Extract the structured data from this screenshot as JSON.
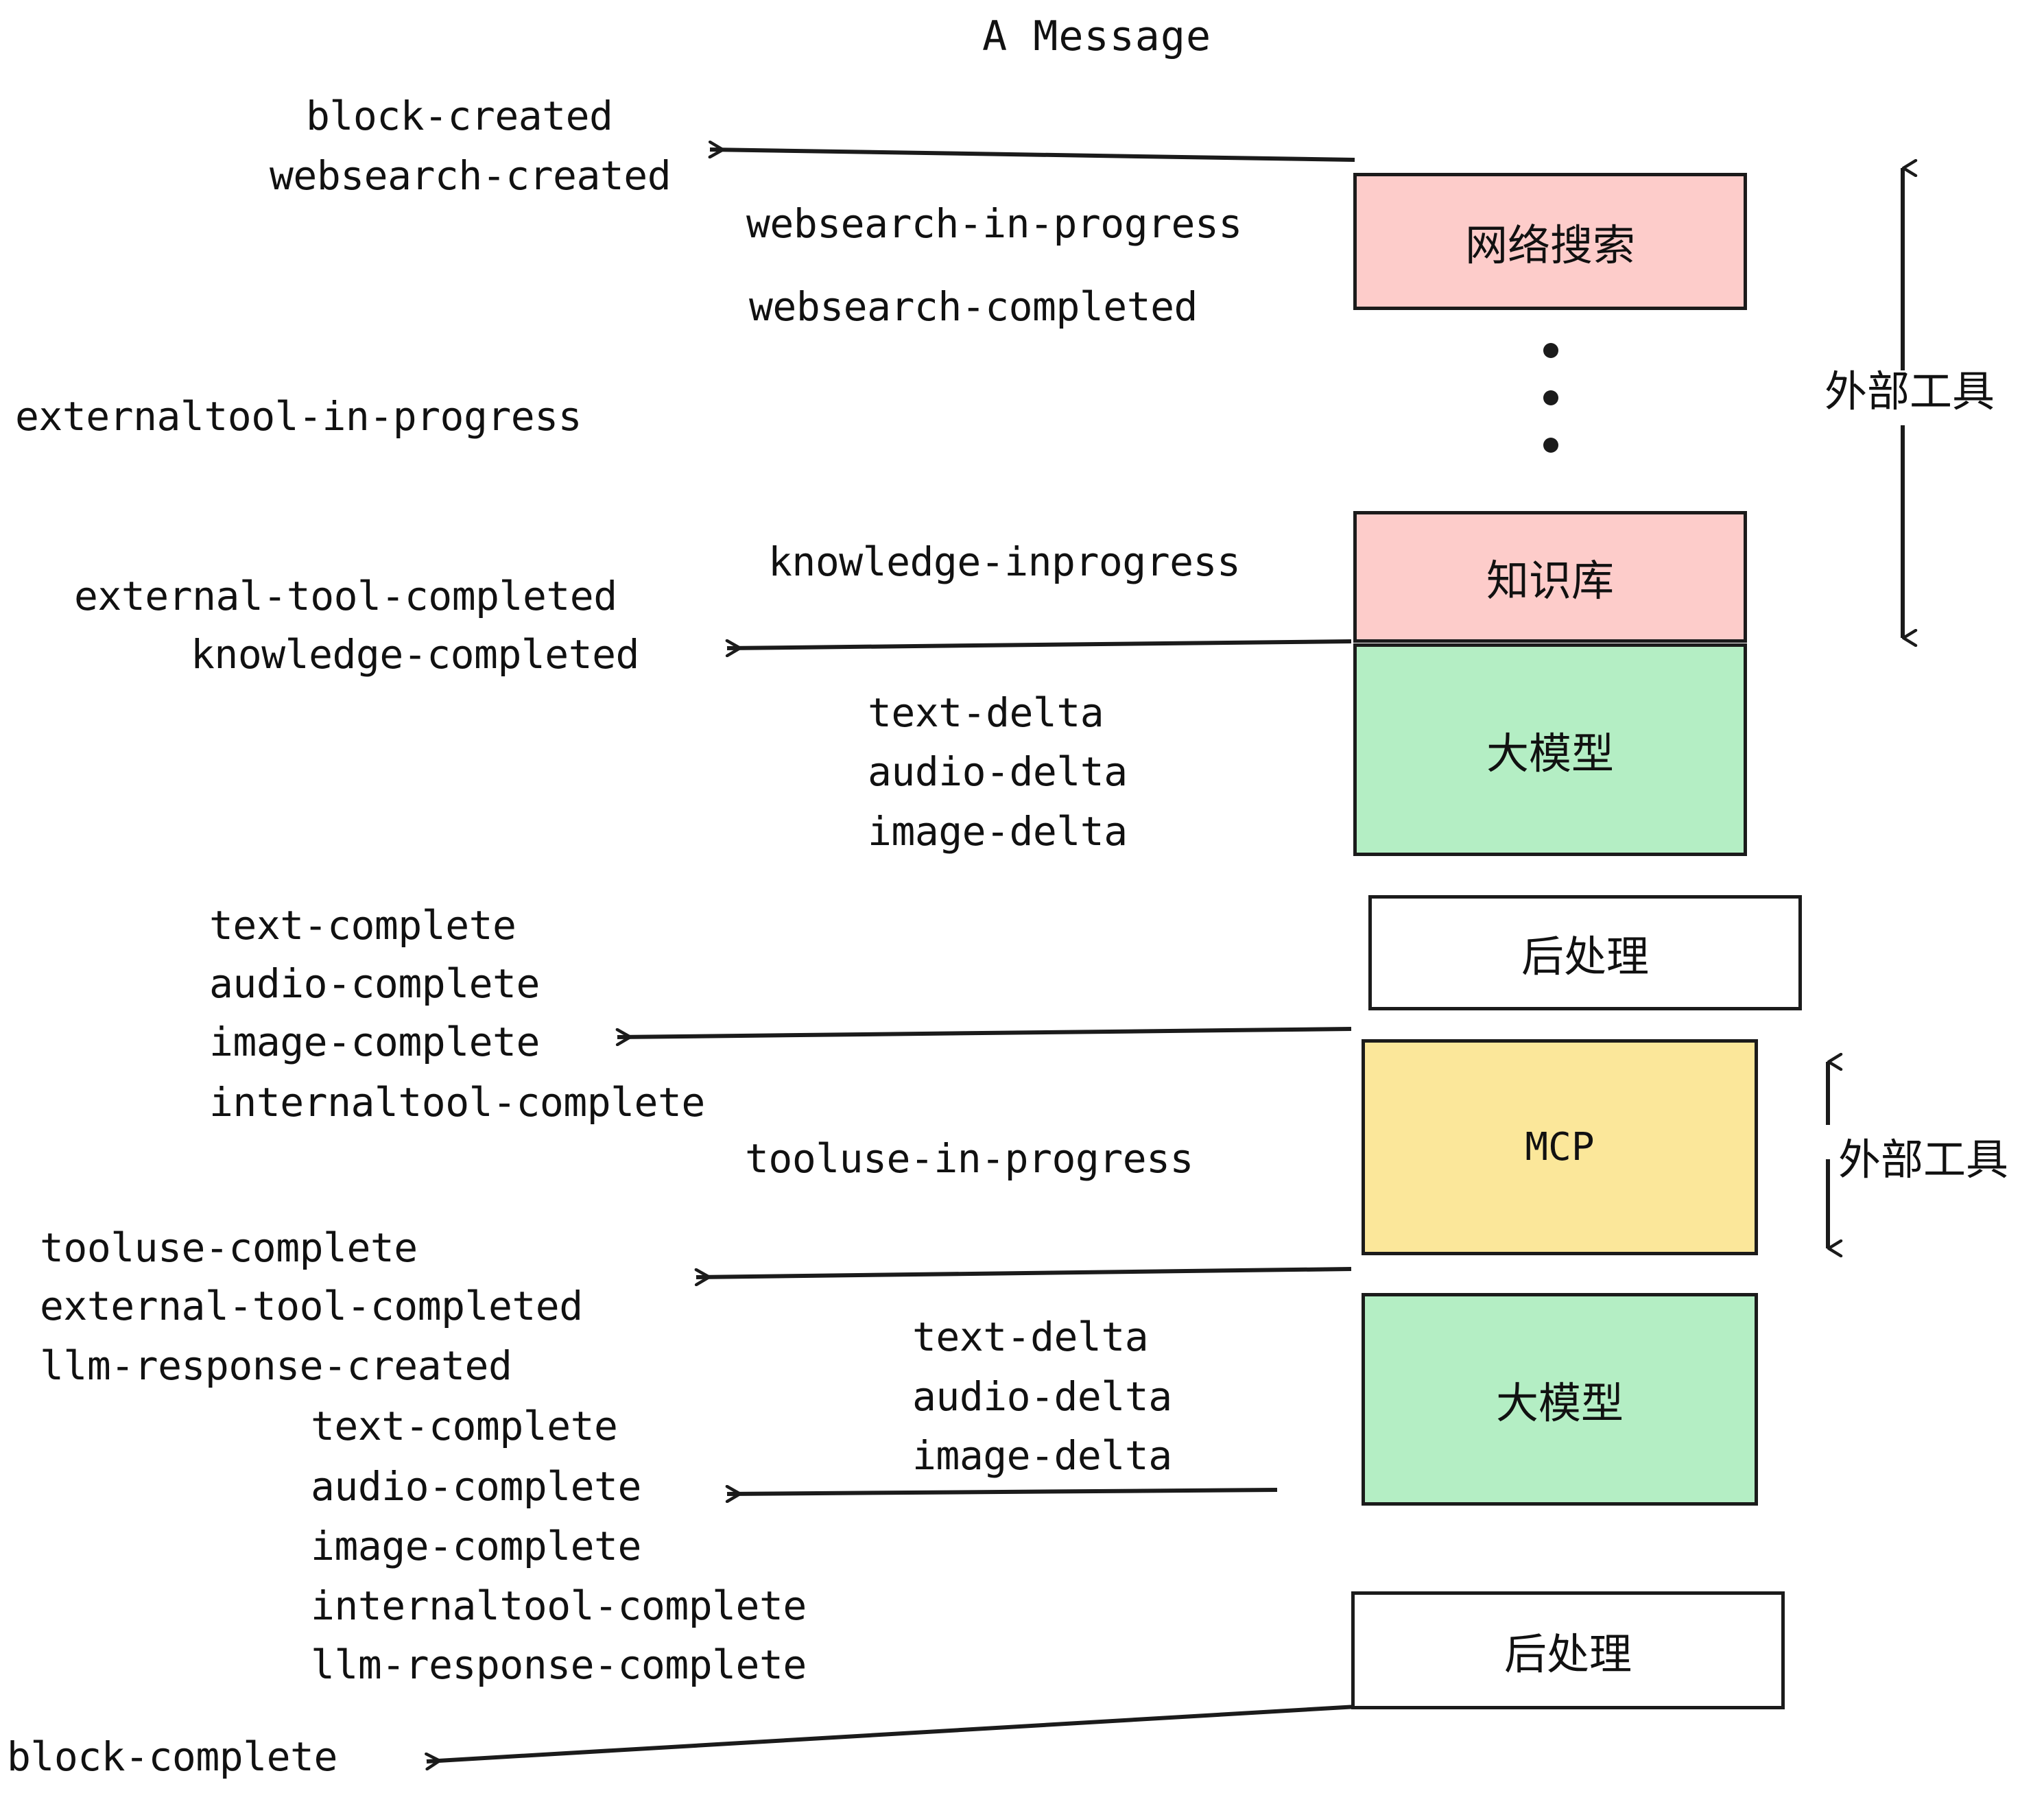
{
  "title": "A Message",
  "colors": {
    "pink": "#fdccca",
    "green": "#b4eec4",
    "yellow": "#fbe79a",
    "white": "#ffffff",
    "stroke": "#1b1b1b",
    "text": "#111111"
  },
  "boxes": [
    {
      "id": "websearch-box",
      "label": "网络搜索",
      "fill": "#fdccca",
      "mono": false
    },
    {
      "id": "knowledge-box",
      "label": "知识库",
      "fill": "#fdccca",
      "mono": false
    },
    {
      "id": "llm-box-top",
      "label": "大模型",
      "fill": "#b4eec4",
      "mono": false
    },
    {
      "id": "postprocess-top",
      "label": "后处理",
      "fill": "#ffffff",
      "mono": false
    },
    {
      "id": "mcp-box",
      "label": "MCP",
      "fill": "#fbe79a",
      "mono": true
    },
    {
      "id": "llm-box-bottom",
      "label": "大模型",
      "fill": "#b4eec4",
      "mono": false
    },
    {
      "id": "postprocess-bottom",
      "label": "后处理",
      "fill": "#ffffff",
      "mono": false
    }
  ],
  "side_labels": {
    "external_tool_top": "外部工具",
    "external_tool_bottom": "外部工具"
  },
  "events": {
    "block_created": "block-created",
    "websearch_created": "websearch-created",
    "websearch_in_progress": "websearch-in-progress",
    "websearch_completed": "websearch-completed",
    "externaltool_in_progress": "externaltool-in-progress",
    "knowledge_inprogress": "knowledge-inprogress",
    "external_tool_completed_1": "external-tool-completed",
    "knowledge_completed": "knowledge-completed",
    "text_delta_1": "text-delta",
    "audio_delta_1": "audio-delta",
    "image_delta_1": "image-delta",
    "text_complete_1": "text-complete",
    "audio_complete_1": "audio-complete",
    "image_complete_1": "image-complete",
    "internaltool_complete_1": "internaltool-complete",
    "tooluse_in_progress": "tooluse-in-progress",
    "tooluse_complete": "tooluse-complete",
    "external_tool_completed_2": "external-tool-completed",
    "llm_response_created": "llm-response-created",
    "text_delta_2": "text-delta",
    "audio_delta_2": "audio-delta",
    "image_delta_2": "image-delta",
    "text_complete_2": "text-complete",
    "audio_complete_2": "audio-complete",
    "image_complete_2": "image-complete",
    "internaltool_complete_2": "internaltool-complete",
    "llm_response_complete": "llm-response-complete",
    "block_complete": "block-complete"
  }
}
